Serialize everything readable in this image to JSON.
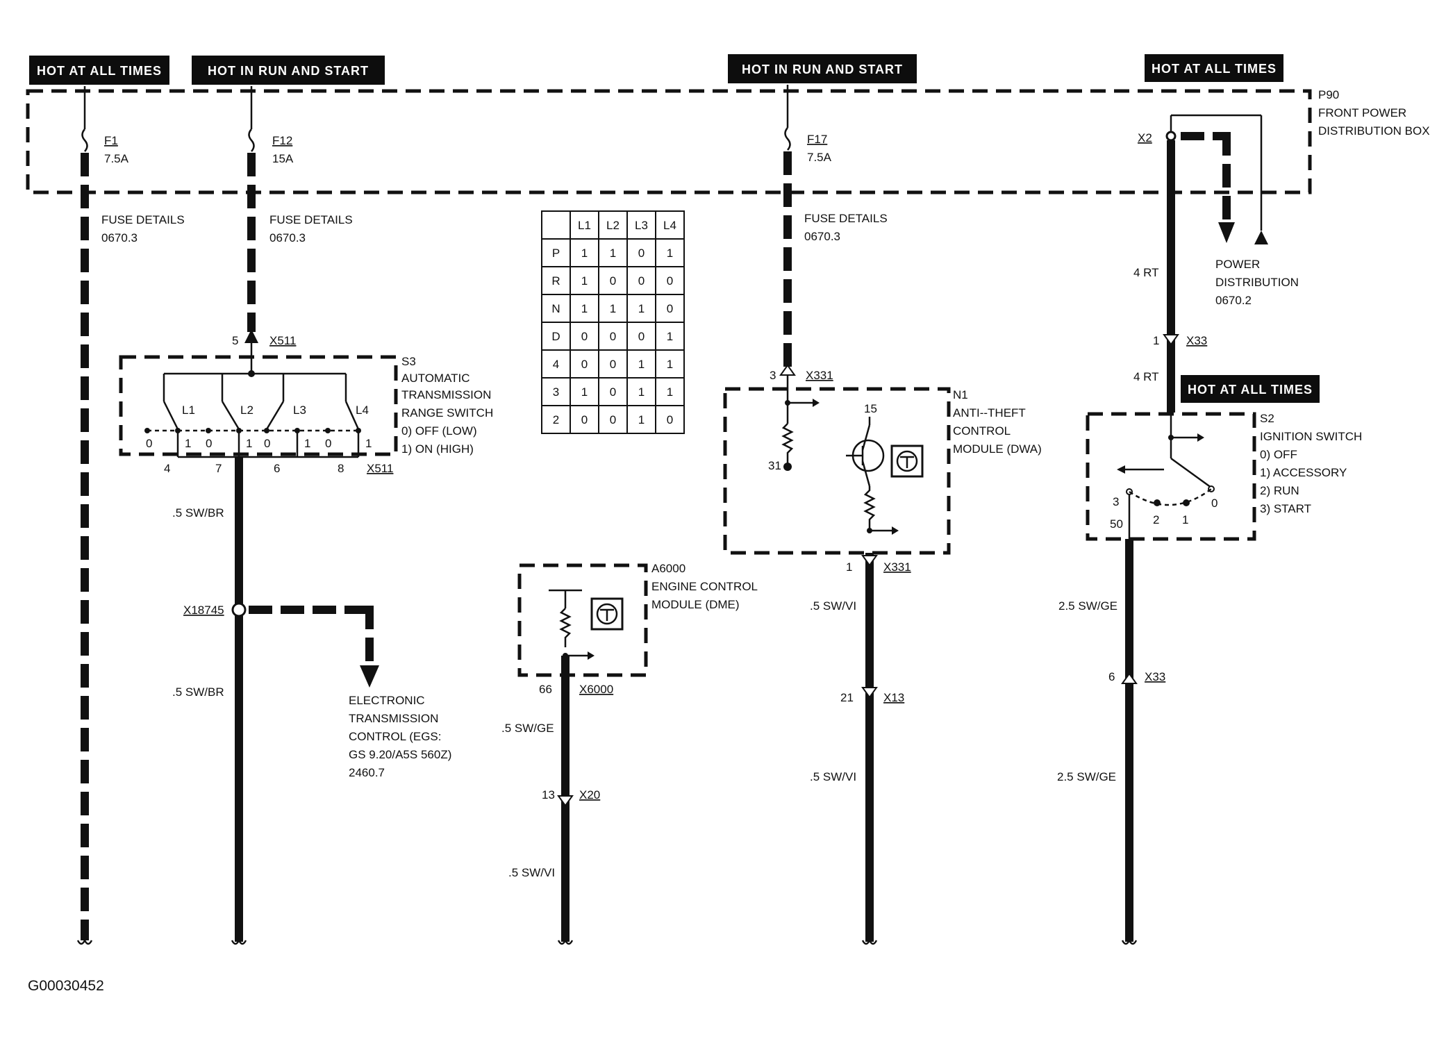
{
  "headers": [
    "HOT AT ALL TIMES",
    "HOT IN RUN AND START",
    "HOT IN RUN AND START",
    "HOT AT ALL TIMES",
    "HOT AT ALL TIMES"
  ],
  "power_box": {
    "id": "P90",
    "name_line1": "FRONT POWER",
    "name_line2": "DISTRIBUTION BOX",
    "connector": "X2"
  },
  "fuses": [
    {
      "id": "F1",
      "rating": "7.5A",
      "details": "FUSE DETAILS",
      "ref": "0670.3"
    },
    {
      "id": "F12",
      "rating": "15A",
      "details": "FUSE DETAILS",
      "ref": "0670.3"
    },
    {
      "id": "F17",
      "rating": "7.5A",
      "details": "FUSE DETAILS",
      "ref": "0670.3"
    }
  ],
  "power_distribution": {
    "line1": "POWER",
    "line2": "DISTRIBUTION",
    "ref": "0670.2"
  },
  "range_switch": {
    "id": "S3",
    "line1": "AUTOMATIC",
    "line2": "TRANSMISSION",
    "line3": "RANGE SWITCH",
    "state0": "0)   OFF (LOW)",
    "state1": "1)   ON (HIGH)",
    "in_pin": "5",
    "in_connector": "X511",
    "out_pins": [
      "4",
      "7",
      "6",
      "8"
    ],
    "out_connector": "X511",
    "levers": [
      "L1",
      "L2",
      "L3",
      "L4"
    ],
    "pos0": "0",
    "pos1": "1"
  },
  "truth_table": {
    "columns": [
      "",
      "L1",
      "L2",
      "L3",
      "L4"
    ],
    "rows": [
      [
        "P",
        "1",
        "1",
        "0",
        "1"
      ],
      [
        "R",
        "1",
        "0",
        "0",
        "0"
      ],
      [
        "N",
        "1",
        "1",
        "1",
        "0"
      ],
      [
        "D",
        "0",
        "0",
        "0",
        "1"
      ],
      [
        "4",
        "0",
        "0",
        "1",
        "1"
      ],
      [
        "3",
        "1",
        "0",
        "1",
        "1"
      ],
      [
        "2",
        "0",
        "0",
        "1",
        "0"
      ]
    ]
  },
  "anti_theft": {
    "id": "N1",
    "line1": "ANTI--THEFT",
    "line2": "CONTROL",
    "line3": "MODULE (DWA)",
    "pin_in": "3",
    "conn_in": "X331",
    "pin15": "15",
    "pin31": "31",
    "pin_out": "1",
    "conn_out": "X331"
  },
  "ecm": {
    "id": "A6000",
    "line1": "ENGINE CONTROL",
    "line2": "MODULE (DME)",
    "pin": "66",
    "conn": "X6000"
  },
  "ignition": {
    "id": "S2",
    "line1": "IGNITION SWITCH",
    "s0": "0)   OFF",
    "s1": "1)   ACCESSORY",
    "s2": "2)   RUN",
    "s3": "3)   START",
    "p3": "3",
    "p50": "50",
    "p2": "2",
    "p1": "1",
    "p0": "0"
  },
  "connectors": {
    "x18745": "X18745",
    "x20_pin": "13",
    "x20": "X20",
    "x13_pin": "21",
    "x13": "X13",
    "x33_pin_top": "1",
    "x33_top": "X33",
    "x33_pin_bot": "6",
    "x33_bot": "X33"
  },
  "wires": {
    "sw_br_1": ".5 SW/BR",
    "sw_br_2": ".5 SW/BR",
    "sw_ge": ".5 SW/GE",
    "sw_vi_ecm": ".5 SW/VI",
    "sw_vi_1": ".5 SW/VI",
    "sw_vi_2": ".5 SW/VI",
    "rt_1": "4 RT",
    "rt_2": "4 RT",
    "sw_ge_1": "2.5 SW/GE",
    "sw_ge_2": "2.5 SW/GE"
  },
  "egs": {
    "line1": "ELECTRONIC",
    "line2": "TRANSMISSION",
    "line3": "CONTROL (EGS:",
    "line4": "GS 9.20/A5S 560Z)",
    "ref": "2460.7"
  },
  "figure_id": "G00030452"
}
